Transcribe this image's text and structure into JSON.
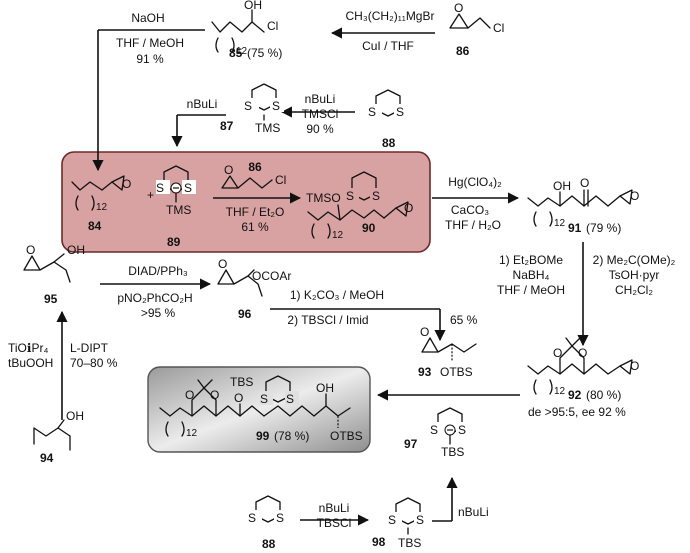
{
  "steps": {
    "s1": {
      "top": "CH₃(CH₂)₁₁MgBr",
      "bottom": "CuI / THF"
    },
    "s2": {
      "top": "NaOH",
      "bottom": "THF / MeOH",
      "yield": "91 %"
    },
    "s3": {
      "top": "nBuLi",
      "bottom": "TMSCl",
      "yield": "90 %"
    },
    "s4": {
      "top": "nBuLi"
    },
    "s5": {
      "reagent_num": "86",
      "bottom1": "THF / Et₂O",
      "bottom2": "61 %"
    },
    "s6": {
      "top": "Hg(ClO₄)₂",
      "bottom1": "CaCO₃",
      "bottom2": "THF / H₂O"
    },
    "s7": {
      "left1": "1) Et₂BOMe",
      "left2": "NaBH₄",
      "left3": "THF / MeOH",
      "right1": "2) Me₂C(OMe)₂",
      "right2": "TsOH·pyr",
      "right3": "CH₂Cl₂"
    },
    "s8": {
      "top": "DIAD/PPh₃",
      "bottom1": "pNO₂PhCO₂H",
      "bottom2": ">95 %"
    },
    "s9": {
      "line1": "1) K₂CO₃ / MeOH",
      "line2": "2) TBSCl / Imid",
      "yield": "65 %"
    },
    "s10": {
      "line1": "TiOℹPr₄",
      "line2": "tBuOOH",
      "right1": "L-DIPT",
      "right2": "70–80 %"
    },
    "s11": {
      "top": "nBuLi",
      "bottom": "TBSCl"
    },
    "s12": {
      "right": "nBuLi"
    }
  },
  "compounds": {
    "c85": {
      "num": "85",
      "yield": "(75 %)",
      "sub": "12",
      "atoms": {
        "oh": "OH",
        "cl": "Cl"
      }
    },
    "c86": {
      "num": "86",
      "atoms": {
        "cl": "Cl",
        "o": "O"
      }
    },
    "c87": {
      "num": "87",
      "atoms": {
        "s1": "S",
        "s2": "S",
        "tms": "TMS"
      }
    },
    "c88a": {
      "num": "88",
      "atoms": {
        "s1": "S",
        "s2": "S"
      }
    },
    "c84": {
      "num": "84",
      "sub": "12",
      "atoms": {
        "o": "O"
      }
    },
    "c89": {
      "num": "89",
      "atoms": {
        "s1": "S",
        "s2": "S",
        "tms": "TMS"
      }
    },
    "c86b": {
      "atoms": {
        "cl": "Cl",
        "o": "O"
      }
    },
    "c90": {
      "num": "90",
      "sub": "12",
      "atoms": {
        "tmso": "TMSO",
        "s1": "S",
        "s2": "S",
        "o": "O"
      }
    },
    "c91": {
      "num": "91",
      "yield": "(79 %)",
      "sub": "12",
      "atoms": {
        "oh": "OH",
        "o": "O",
        "oep": "O"
      }
    },
    "c95": {
      "num": "95",
      "atoms": {
        "oh": "OH",
        "o": "O"
      }
    },
    "c96": {
      "num": "96",
      "atoms": {
        "ocoar": "OCOAr",
        "o": "O"
      }
    },
    "c93": {
      "num": "93",
      "atoms": {
        "otbs": "OTBS",
        "o": "O"
      }
    },
    "c94": {
      "num": "94",
      "atoms": {
        "oh": "OH"
      }
    },
    "c92": {
      "num": "92",
      "yield": "(80 %)",
      "sub": "12",
      "de": "de >95:5, ee 92 %",
      "atoms": {
        "o1": "O",
        "o2": "O",
        "o": "O"
      }
    },
    "c99": {
      "num": "99",
      "yield": "(78 %)",
      "sub": "12",
      "atoms": {
        "o1": "O",
        "o2": "O",
        "tbs": "TBS",
        "o3": "O",
        "s1": "S",
        "s2": "S",
        "oh": "OH",
        "otbs": "OTBS"
      }
    },
    "c97": {
      "num": "97",
      "atoms": {
        "s1": "S",
        "s2": "S",
        "tbs": "TBS"
      }
    },
    "c88b": {
      "num": "88",
      "atoms": {
        "s1": "S",
        "s2": "S"
      }
    },
    "c98": {
      "num": "98",
      "atoms": {
        "s1": "S",
        "s2": "S",
        "tbs": "TBS"
      }
    }
  },
  "plus": "+",
  "colors": {
    "highlight_fill": "#d9a2a2",
    "highlight_stroke": "#6b2a2a",
    "grey_box_fill": "#bdbdbd",
    "grey_box_stroke": "#555555"
  }
}
